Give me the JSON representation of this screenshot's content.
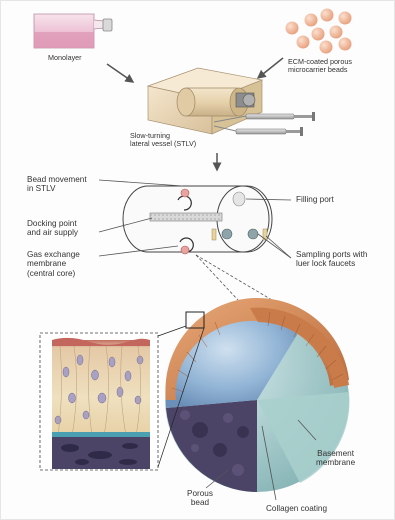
{
  "labels": {
    "monolayer": "Monolayer",
    "ecm_beads_line1": "ECM-coated porous",
    "ecm_beads_line2": "microcarrier beads",
    "stlv_line1": "Slow-turning",
    "stlv_line2": "lateral vessel (STLV)",
    "bead_movement_line1": "Bead movement",
    "bead_movement_line2": "in STLV",
    "docking_line1": "Docking point",
    "docking_line2": "and air supply",
    "gas_line1": "Gas exchange",
    "gas_line2": "membrane",
    "gas_line3": "(central core)",
    "filling_port": "Filling port",
    "sampling_line1": "Sampling ports with",
    "sampling_line2": "luer lock faucets",
    "basement_line1": "Basement",
    "basement_line2": "membrane",
    "porous_line1": "Porous",
    "porous_line2": "bead",
    "collagen": "Collagen coating"
  },
  "colors": {
    "flask_pink": "#e7a9c2",
    "bead_peach": "#f0b99a",
    "machine_beige": "#ead8b8",
    "arrow_gray": "#555555",
    "sphere_blue": "#8fb3d6",
    "sphere_purple": "#4d4467",
    "sphere_cap_orange": "#d4854f",
    "sphere_teal": "#9fc6c6"
  }
}
